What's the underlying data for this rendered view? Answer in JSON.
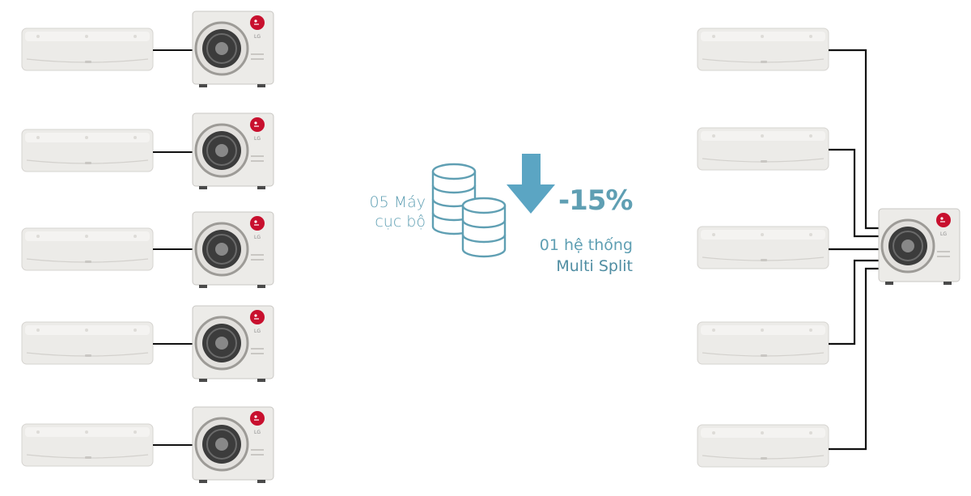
{
  "left_label": {
    "line1": "05 Máy",
    "line2": "cục bộ"
  },
  "right_label": {
    "line1": "01 hệ thống",
    "line2": "Multi Split"
  },
  "reduction": "-15%",
  "brand_mark": "LG",
  "colors": {
    "accent": "#5f9fb3",
    "arrow": "#5ba5c3",
    "unit_body": "#ebe9e6",
    "pipe": "#111111",
    "logo": "#c8102e"
  },
  "icons": [
    "coin-stack-icon",
    "down-arrow-icon",
    "indoor-unit-icon",
    "outdoor-unit-icon"
  ]
}
